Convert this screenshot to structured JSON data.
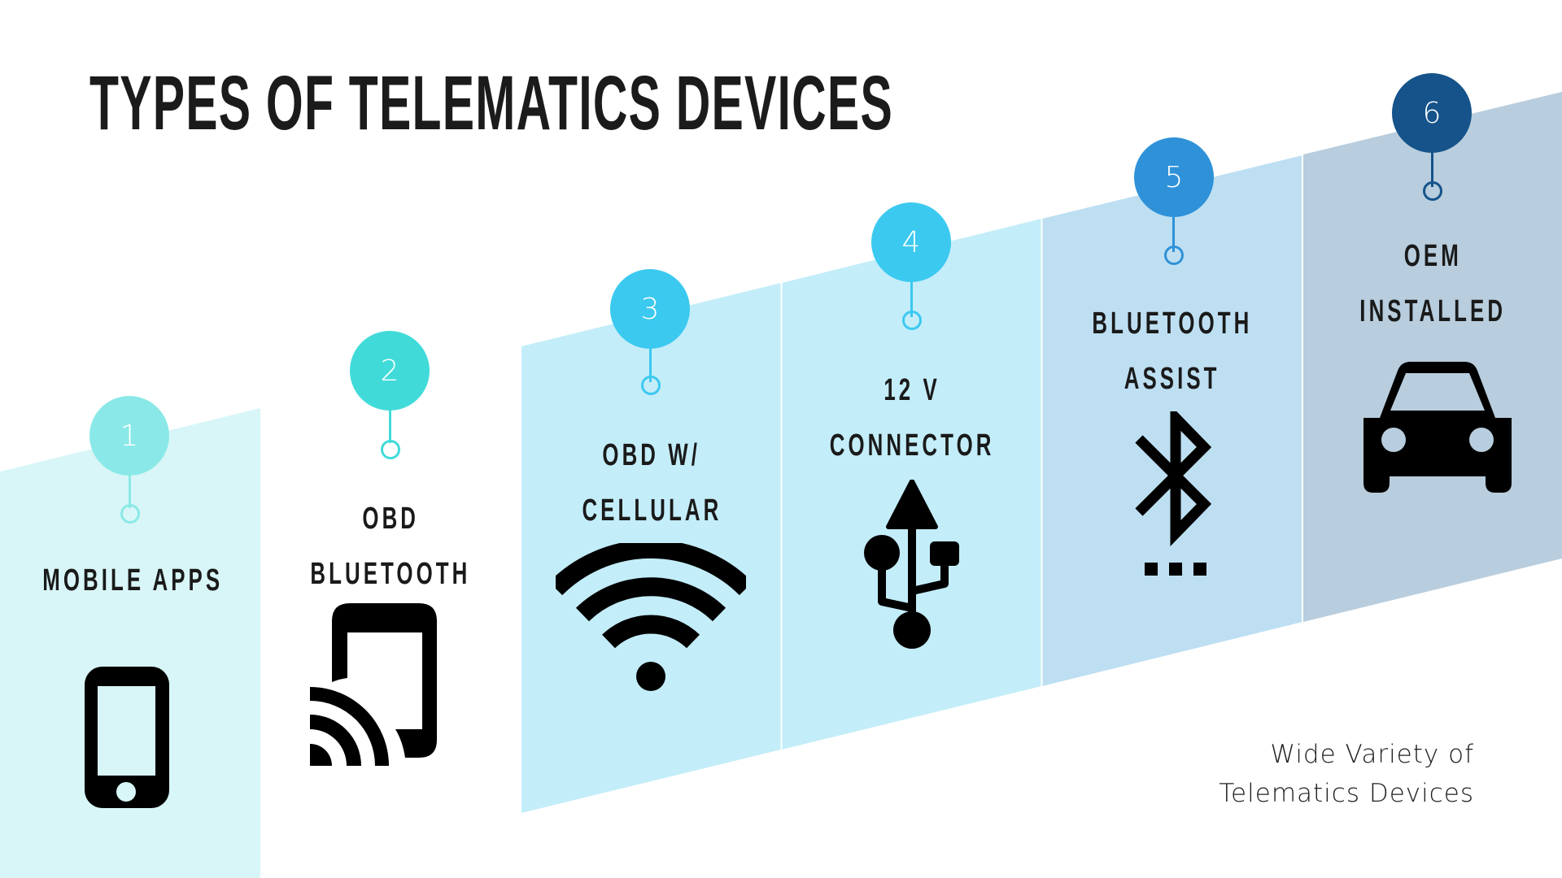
{
  "title": "TYPES OF TELEMATICS DEVICES",
  "subtitle": {
    "line1": "Wide Variety of",
    "line2": "Telematics Devices"
  },
  "colors": {
    "col1_panel": "#d8f6f7",
    "col1_badge": "#8ae9e8",
    "col2_badge": "#40dbd9",
    "col3_panel": "#c3edf9",
    "col3_badge": "#3bc9f0",
    "col4_panel": "#c3edf9",
    "col4_badge": "#3bc9f0",
    "col5_panel": "#bedff2",
    "col5_badge": "#2f92d8",
    "col6_panel": "#b8cddd",
    "col6_badge": "#15538a"
  },
  "devices": [
    {
      "number": "1",
      "line1": "MOBILE APPS",
      "line2": "",
      "icon": "smartphone-icon"
    },
    {
      "number": "2",
      "line1": "OBD",
      "line2": "BLUETOOTH",
      "icon": "cast-to-phone-icon"
    },
    {
      "number": "3",
      "line1": "OBD W/",
      "line2": "CELLULAR",
      "icon": "wifi-icon"
    },
    {
      "number": "4",
      "line1": "12 V",
      "line2": "CONNECTOR",
      "icon": "usb-icon"
    },
    {
      "number": "5",
      "line1": "BLUETOOTH",
      "line2": "ASSIST",
      "icon": "bluetooth-searching-icon"
    },
    {
      "number": "6",
      "line1": "OEM",
      "line2": "INSTALLED",
      "icon": "car-icon"
    }
  ]
}
